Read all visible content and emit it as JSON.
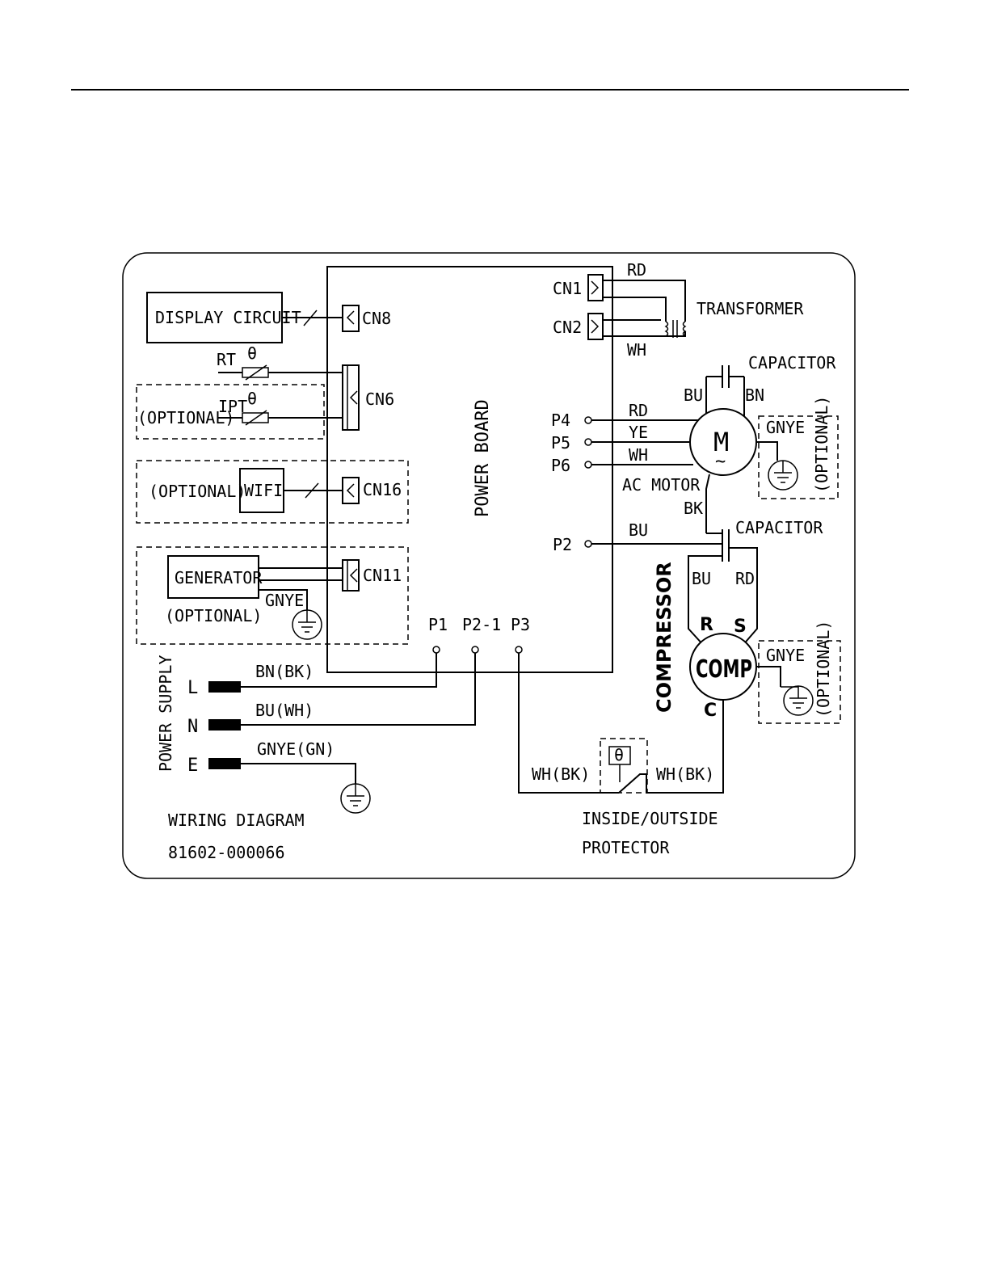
{
  "labels": {
    "display_circuit": "DISPLAY CIRCUIT",
    "cn8": "CN8",
    "rt": "RT",
    "ipt": "IPT",
    "theta": "θ",
    "optional_1": "(OPTIONAL)",
    "cn6": "CN6",
    "optional_2": "(OPTIONAL)",
    "wifi": "WIFI",
    "cn16": "CN16",
    "generator": "GENERATOR",
    "optional_3": "(OPTIONAL)",
    "gnye_gen": "GNYE",
    "cn11": "CN11",
    "power_board": "POWER BOARD",
    "cn1": "CN1",
    "cn2": "CN2",
    "rd_top": "RD",
    "wh_top": "WH",
    "transformer": "TRANSFORMER",
    "capacitor_1": "CAPACITOR",
    "bu_motor": "BU",
    "bn_motor": "BN",
    "p4": "P4",
    "p5": "P5",
    "p6": "P6",
    "rd_p4": "RD",
    "ye_p5": "YE",
    "wh_p6": "WH",
    "motor_m": "M",
    "motor_tilde": "~",
    "gnye_motor": "GNYE",
    "optional_motor": "(OPTIONAL)",
    "ac_motor": "AC MOTOR",
    "bk": "BK",
    "p2": "P2",
    "bu_p2": "BU",
    "capacitor_2": "CAPACITOR",
    "bu_comp": "BU",
    "rd_comp": "RD",
    "compressor": "COMPRESSOR",
    "r": "R",
    "s": "S",
    "comp": "COMP",
    "c": "C",
    "gnye_comp": "GNYE",
    "optional_comp": "(OPTIONAL)",
    "p1": "P1",
    "p2_1": "P2-1",
    "p3": "P3",
    "power_supply": "POWER SUPPLY",
    "l": "L",
    "n": "N",
    "e": "E",
    "bn_bk": "BN(BK)",
    "bu_wh": "BU(WH)",
    "gnye_gn": "GNYE(GN)",
    "wh_bk_left": "WH(BK)",
    "wh_bk_right": "WH(BK)",
    "protector_1": "INSIDE/OUTSIDE",
    "protector_2": "PROTECTOR",
    "wiring_diagram": "WIRING DIAGRAM",
    "part_number": "81602-000066"
  }
}
